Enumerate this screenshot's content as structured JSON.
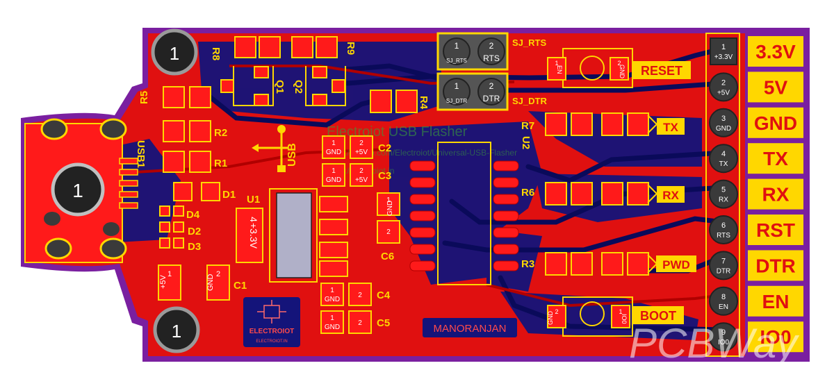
{
  "board": {
    "colors": {
      "substrate": "#7a1fa0",
      "copper_top": "#e01010",
      "copper_bottom": "#14147a",
      "silkscreen": "#ffd700",
      "pad": "#ff1a1a",
      "hole": "#3a3a3a"
    },
    "mounting_holes": [
      "1",
      "1",
      "1",
      "1"
    ],
    "usb_connector": {
      "ref": "USB1",
      "pin": "1"
    },
    "usb_symbol_label": "USB",
    "watermark_lines": [
      "Electroiot USB Flasher",
      "https://github.com/Electroiot/Universal-USB-Flasher",
      "https://electroiot.in"
    ],
    "components": {
      "R1": "R1",
      "R2": "R2",
      "R3": "R3",
      "R4": "R4",
      "R5": "R5",
      "R6": "R6",
      "R7": "R7",
      "R8": "R8",
      "R9": "R9",
      "D1": "D1",
      "D2": "D2",
      "D3": "D3",
      "D4": "D4",
      "Q1": "Q1",
      "Q2": "Q2",
      "U1": "U1",
      "U2": "U2",
      "C1": "C1",
      "C2": "C2",
      "C3": "C3",
      "C4": "C4",
      "C5": "C5",
      "C6": "C6"
    },
    "u1_pin": "4",
    "u1_value": "+3.3V",
    "cap_pins": {
      "c1_p1": "1",
      "c1_p1_net": "+5V",
      "c1_p2": "2",
      "c1_p2_net": "GND",
      "c2_p1": "1",
      "c2_p1_net": "GND",
      "c2_p2": "2",
      "c2_p2_net": "+5V",
      "c3_p1": "1",
      "c3_p1_net": "GND",
      "c3_p2": "2",
      "c3_p2_net": "+5V",
      "c4_p1": "1",
      "c4_p1_net": "GND",
      "c4_p2": "2",
      "c5_p1": "1",
      "c5_p1_net": "GND",
      "c5_p2": "2",
      "c6_p1": "1",
      "c6_p1_net": "GND",
      "c6_p2": "2"
    },
    "jumpers": {
      "sj_rts": {
        "label": "SJ_RTS",
        "pin1": "1",
        "pin1_net": "SJ_RTS",
        "pin2": "2",
        "pin2_net": "RTS"
      },
      "sj_dtr": {
        "label": "SJ_DTR",
        "pin1": "1",
        "pin1_net": "SJ_DTR",
        "pin2": "2",
        "pin2_net": "DTR"
      }
    },
    "buttons": {
      "reset": {
        "label": "RESET",
        "pin1": "1",
        "pin1_net": "EN",
        "pin2": "2",
        "pin2_net": "GND"
      },
      "boot": {
        "label": "BOOT",
        "pin1": "1",
        "pin1_net": "IO0",
        "pin2": "2",
        "pin2_net": "GND"
      }
    },
    "leds": {
      "tx": "TX",
      "rx": "RX",
      "pwd": "PWD"
    },
    "header_pins": [
      {
        "num": "1",
        "net": "+3.3V",
        "label": "3.3V"
      },
      {
        "num": "2",
        "net": "+5V",
        "label": "5V"
      },
      {
        "num": "3",
        "net": "GND",
        "label": "GND"
      },
      {
        "num": "4",
        "net": "TX",
        "label": "TX"
      },
      {
        "num": "5",
        "net": "RX",
        "label": "RX"
      },
      {
        "num": "6",
        "net": "RTS",
        "label": "RST"
      },
      {
        "num": "7",
        "net": "DTR",
        "label": "DTR"
      },
      {
        "num": "8",
        "net": "EN",
        "label": "EN"
      },
      {
        "num": "9",
        "net": "IO0",
        "label": "IO0"
      }
    ],
    "logo": {
      "name": "ELECTROIOT",
      "url": "ELECTROIOT.IN"
    },
    "designer": "MANORANJAN",
    "tool_watermark": "PCBWay"
  }
}
